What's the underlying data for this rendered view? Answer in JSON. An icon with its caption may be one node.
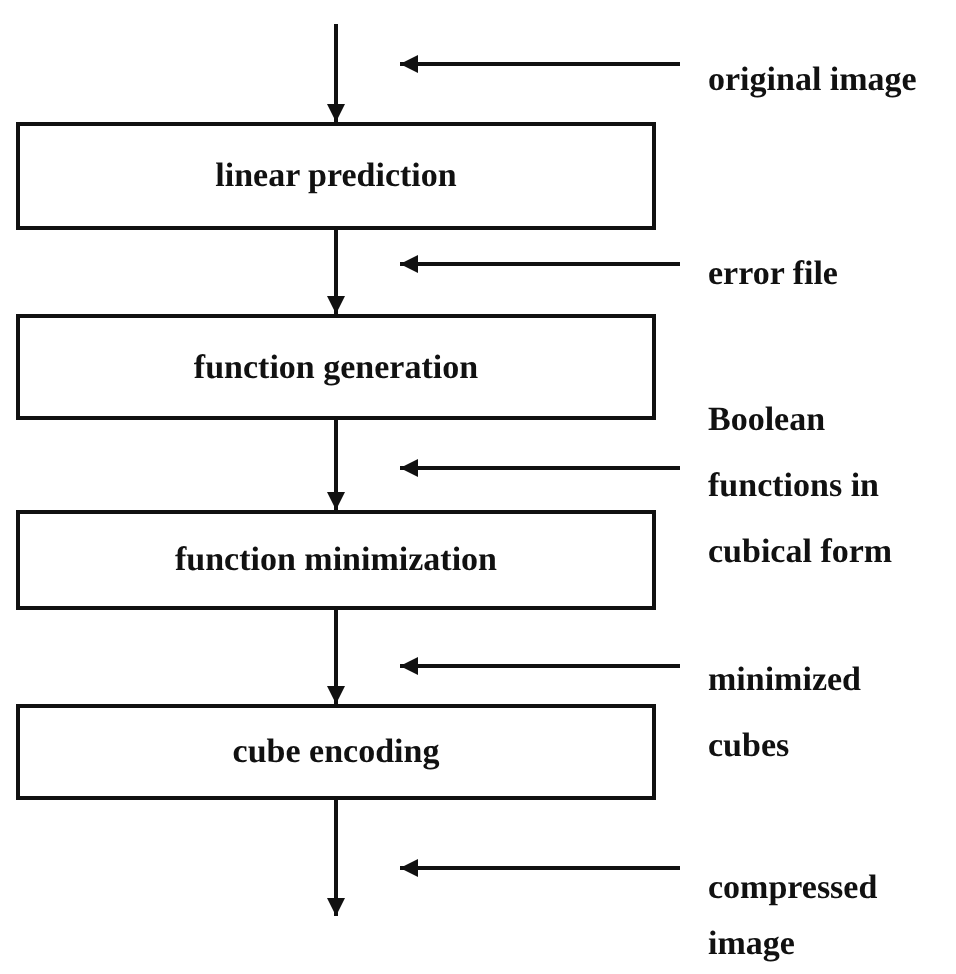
{
  "diagram": {
    "nodes": [
      {
        "text": [
          "linear prediction"
        ]
      },
      {
        "text": [
          "function generation"
        ]
      },
      {
        "text": [
          "function minimization"
        ]
      },
      {
        "text": [
          "cube encoding"
        ]
      },
      {
        "text": [
          "original image"
        ]
      },
      {
        "text": [
          "error file"
        ]
      },
      {
        "text": [
          "Boolean functions in cubical form"
        ]
      },
      {
        "text": [
          "minimized cubes"
        ]
      },
      {
        "text": [
          "compressed image"
        ]
      }
    ],
    "edges": [
      {
        "from": null,
        "to": 0,
        "arrow": "to"
      },
      {
        "from": 0,
        "to": 1,
        "arrow": "to"
      },
      {
        "from": 1,
        "to": 2,
        "arrow": "to"
      },
      {
        "from": 2,
        "to": 3,
        "arrow": "to"
      },
      {
        "from": 3,
        "to": null,
        "arrow": "to"
      },
      {
        "from": 4,
        "to": 0,
        "arrow": "to"
      },
      {
        "from": 5,
        "to": 1,
        "arrow": "to"
      },
      {
        "from": 6,
        "to": 2,
        "arrow": "to"
      },
      {
        "from": 7,
        "to": 3,
        "arrow": "to"
      },
      {
        "from": 8,
        "to": null,
        "arrow": "to"
      }
    ]
  }
}
